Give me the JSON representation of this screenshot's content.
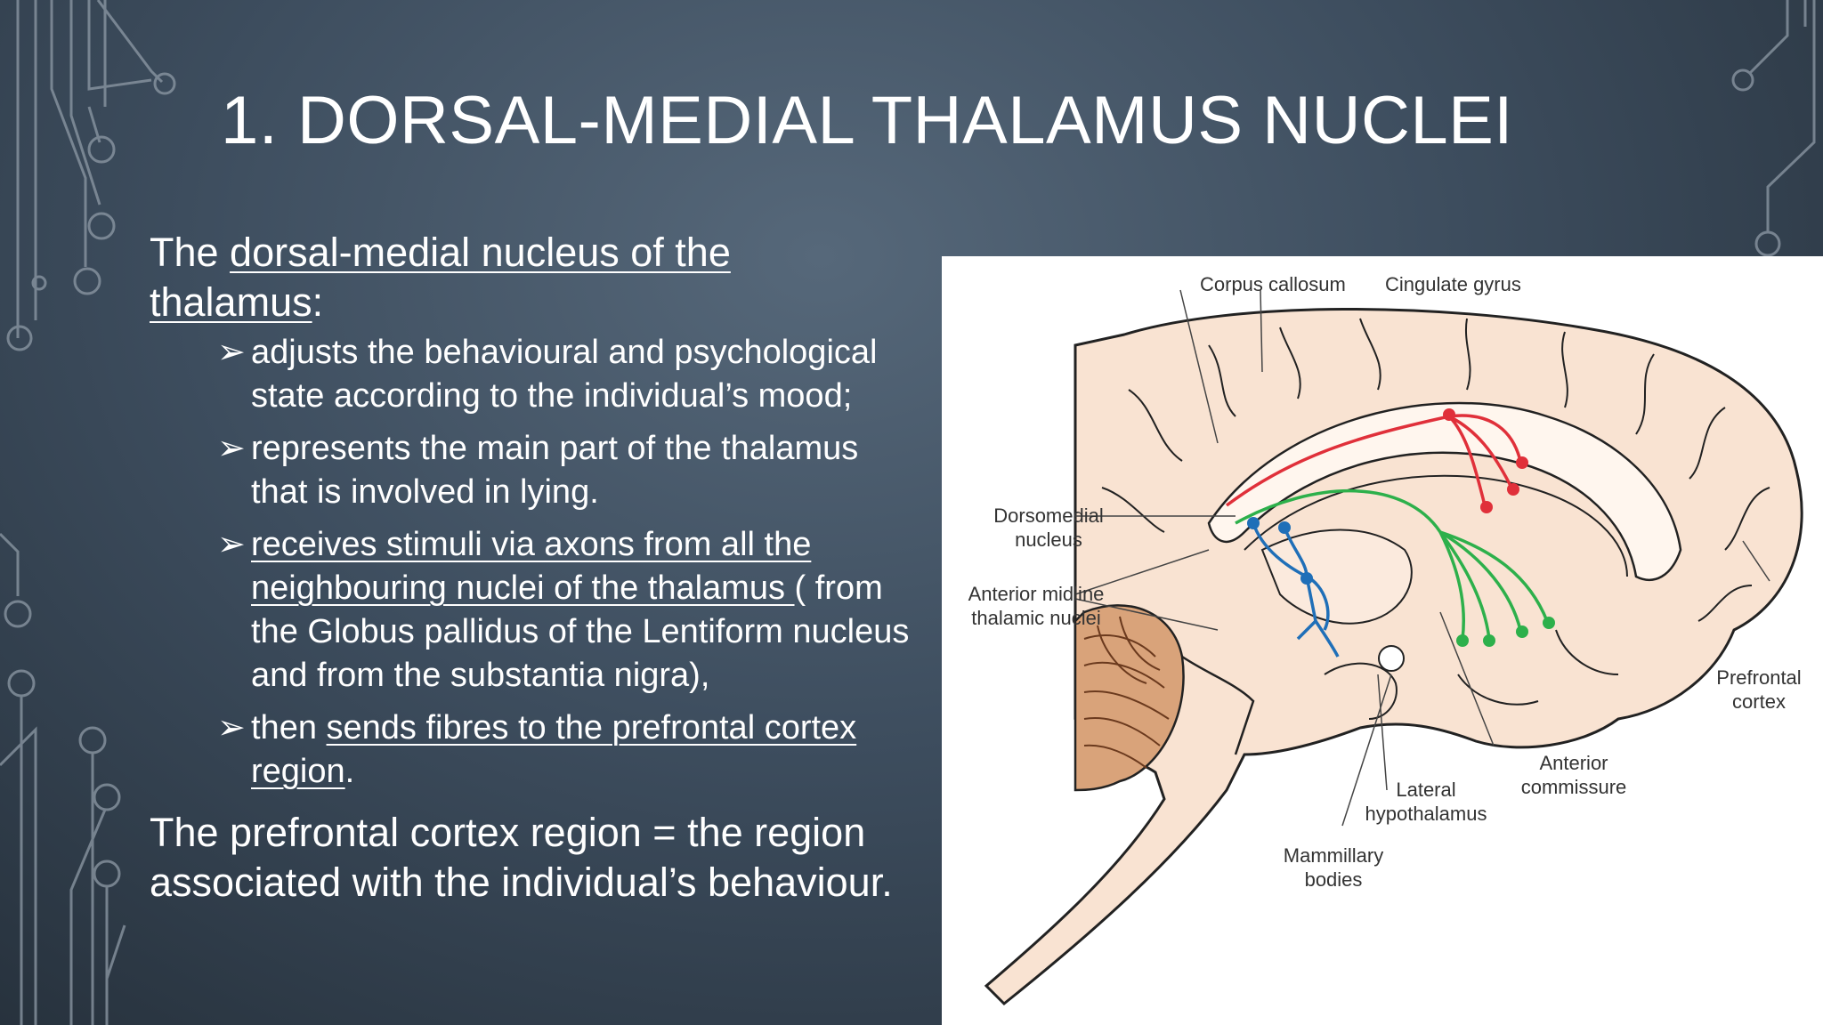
{
  "slide": {
    "title": "1. DORSAL-MEDIAL THALAMUS NUCLEI",
    "intro": {
      "prefix": "The ",
      "link": "dorsal-medial nucleus of the thalamus",
      "suffix": ":"
    },
    "bullets": [
      {
        "pre": " adjusts the behavioural and psychological state according to the individual’s mood;"
      },
      {
        "pre": "represents the main part of the thalamus that is involved in lying."
      },
      {
        "link": "receives stimuli via axons from all the neighbouring nuclei of the thalamus ",
        "post": "( from the Globus pallidus of the Lentiform nucleus and from the substantia nigra),"
      },
      {
        "pre": "then ",
        "link": "sends fibres to the prefrontal cortex region",
        "post": "."
      }
    ],
    "outro": "The prefrontal cortex region = the region associated with the individual’s behaviour."
  },
  "figure": {
    "labels": {
      "corpus_callosum": "Corpus callosum",
      "cingulate_gyrus": "Cingulate gyrus",
      "dorsomedial_1": "Dorsomedial",
      "dorsomedial_2": "nucleus",
      "anterior_midline_1": "Anterior midline",
      "anterior_midline_2": "thalamic nuclei",
      "prefrontal_1": "Prefrontal",
      "prefrontal_2": "cortex",
      "anterior_commissure_1": "Anterior",
      "anterior_commissure_2": "commissure",
      "lateral_hypothalamus_1": "Lateral",
      "lateral_hypothalamus_2": "hypothalamus",
      "mammillary_1": "Mammillary",
      "mammillary_2": "bodies"
    },
    "colors": {
      "red_pathway": "#e0303a",
      "green_pathway": "#2db04b",
      "blue_pathway": "#1f6fb8",
      "brain_fill": "#f9e3d2",
      "cerebellum": "#c98a5a"
    }
  }
}
